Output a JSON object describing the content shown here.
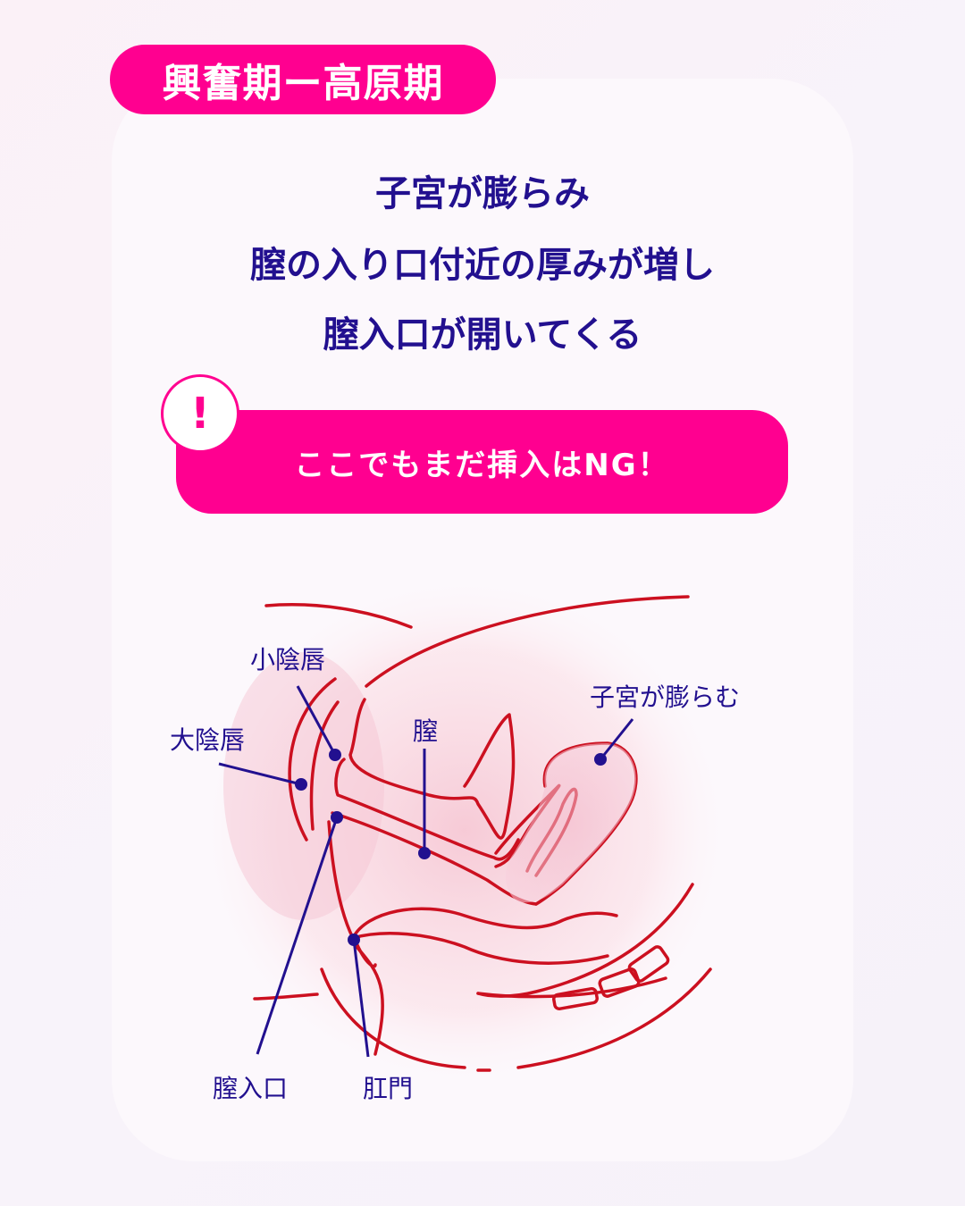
{
  "stage_badge": {
    "label": "興奮期ー高原期"
  },
  "headline": {
    "lines": [
      "子宮が膨らみ",
      "膣の入り口付近の厚みが増し",
      "膣入口が開いてくる"
    ]
  },
  "warning": {
    "icon": "exclamation-icon",
    "icon_glyph": "!",
    "text": "ここでもまだ挿入はNG！"
  },
  "diagram": {
    "labels": {
      "labia_minora": "小陰唇",
      "labia_majora": "大陰唇",
      "vagina": "膣",
      "uterus": "子宮が膨らむ",
      "vaginal_opening": "膣入口",
      "anus": "肛門"
    }
  },
  "colors": {
    "accent_pink": "#ff0090",
    "text_navy": "#22108f",
    "line_red": "#cc1020",
    "card_bg": "#fcf8fc"
  }
}
